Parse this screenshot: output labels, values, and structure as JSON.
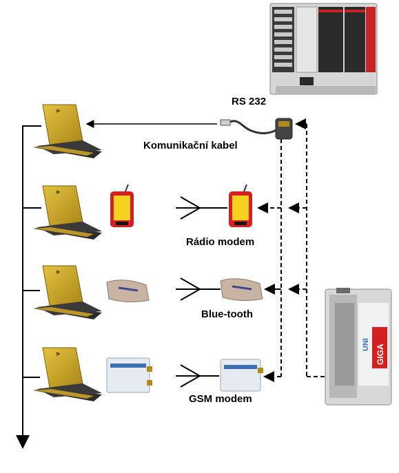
{
  "labels": {
    "rs232": "RS 232",
    "cable": "Komunikační kabel",
    "radio": "Rádio modem",
    "bluetooth": "Blue-tooth",
    "gsm": "GSM modem"
  },
  "device_text": {
    "uni": "UNI",
    "giga": "GIGA"
  },
  "colors": {
    "laptop": "#c9a227",
    "laptop_dark": "#8a6d12",
    "radio_red": "#d42020",
    "radio_yellow": "#f4d21f",
    "bluetooth_body": "#c9b4a4",
    "gsm_body": "#e6ebf2",
    "plc_body": "#d8d8d8"
  }
}
